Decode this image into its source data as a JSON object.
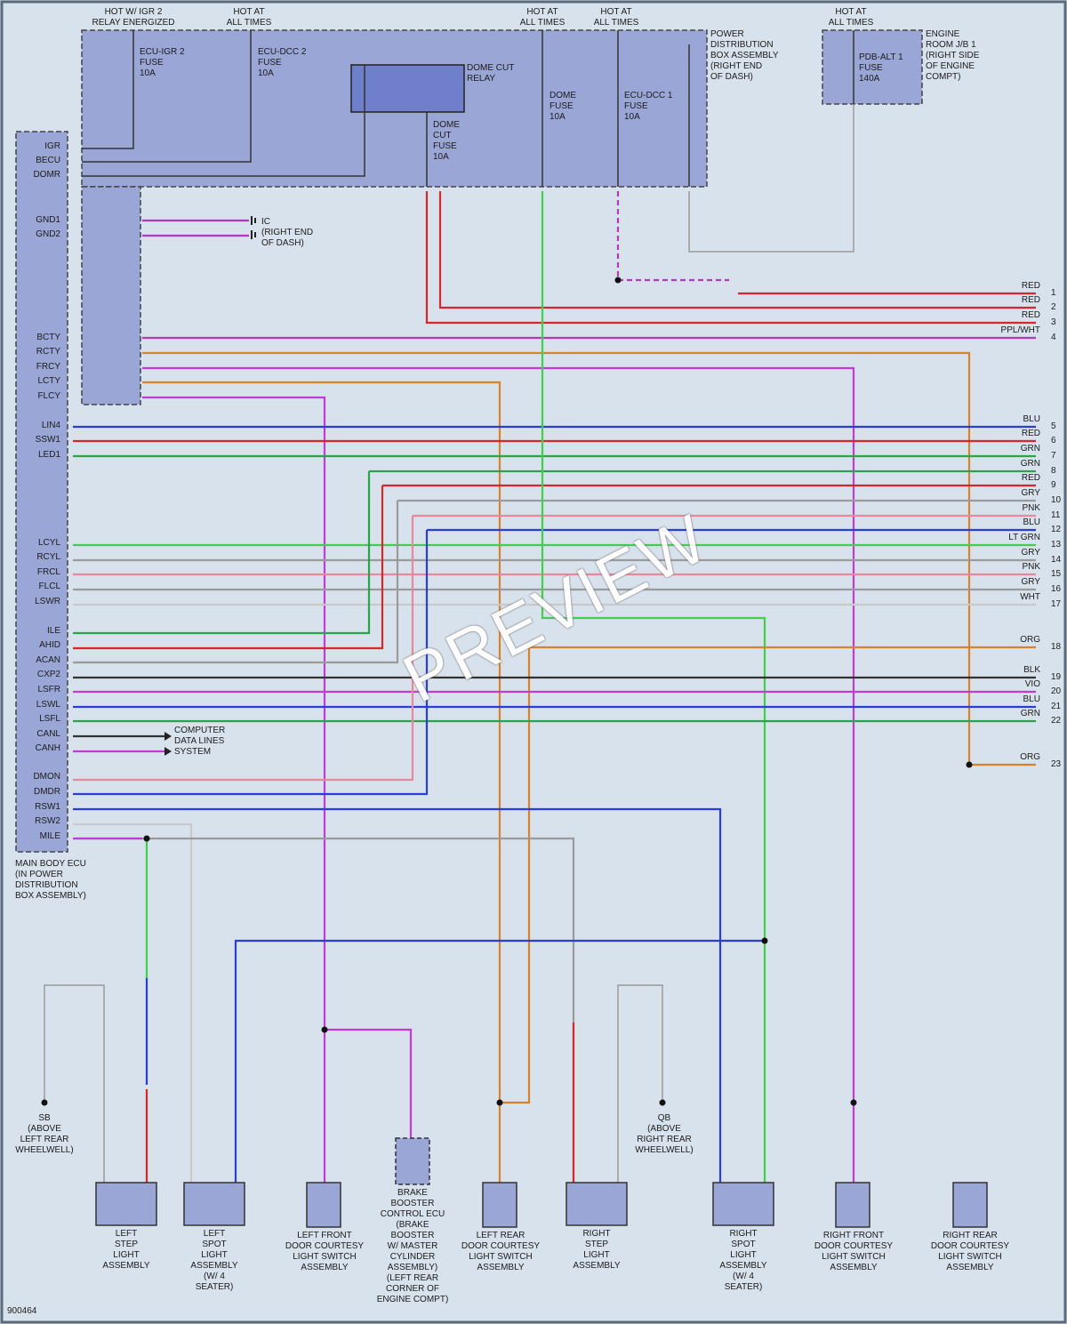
{
  "hot_labels": {
    "igr2": "HOT W/ IGR 2\nRELAY ENERGIZED",
    "all1": "HOT AT\nALL TIMES",
    "all2": "HOT AT\nALL TIMES",
    "all3": "HOT AT\nALL TIMES",
    "all4": "HOT AT\nALL TIMES"
  },
  "fuses": {
    "ecu_igr2": "ECU-IGR 2\nFUSE\n10A",
    "ecu_dcc2": "ECU-DCC 2\nFUSE\n10A",
    "dome_cut_relay": "DOME CUT\nRELAY",
    "dome_cut_fuse": "DOME\nCUT\nFUSE\n10A",
    "dome_fuse": "DOME\nFUSE\n10A",
    "ecu_dcc1": "ECU-DCC 1\nFUSE\n10A",
    "pdb_alt1": "PDB-ALT 1\nFUSE\n140A"
  },
  "boxes": {
    "power_dist": "POWER\nDISTRIBUTION\nBOX ASSEMBLY\n(RIGHT END\nOF DASH)",
    "engine_room": "ENGINE\nROOM J/B 1\n(RIGHT SIDE\nOF ENGINE\nCOMPT)",
    "main_body_ecu": "MAIN BODY ECU\n(IN POWER\nDISTRIBUTION\nBOX ASSEMBLY)"
  },
  "ecu_pins": [
    "IGR",
    "BECU",
    "DOMR",
    "GND1",
    "GND2",
    "BCTY",
    "RCTY",
    "FRCY",
    "LCTY",
    "FLCY",
    "LIN4",
    "SSW1",
    "LED1",
    "LCYL",
    "RCYL",
    "FRCL",
    "FLCL",
    "LSWR",
    "ILE",
    "AHID",
    "ACAN",
    "CXP2",
    "LSFR",
    "LSWL",
    "LSFL",
    "CANL",
    "CANH",
    "DMON",
    "DMDR",
    "RSW1",
    "RSW2",
    "MILE"
  ],
  "ground_ic": "IC\n(RIGHT END\nOF DASH)",
  "computer_data": "COMPUTER\nDATA LINES\nSYSTEM",
  "right_terminals": [
    {
      "n": "1",
      "c": "RED"
    },
    {
      "n": "2",
      "c": "RED"
    },
    {
      "n": "3",
      "c": "RED"
    },
    {
      "n": "4",
      "c": "PPL/WHT"
    },
    {
      "n": "5",
      "c": "BLU"
    },
    {
      "n": "6",
      "c": "RED"
    },
    {
      "n": "7",
      "c": "GRN"
    },
    {
      "n": "8",
      "c": "GRN"
    },
    {
      "n": "9",
      "c": "RED"
    },
    {
      "n": "10",
      "c": "GRY"
    },
    {
      "n": "11",
      "c": "PNK"
    },
    {
      "n": "12",
      "c": "BLU"
    },
    {
      "n": "13",
      "c": "LT GRN"
    },
    {
      "n": "14",
      "c": "GRY"
    },
    {
      "n": "15",
      "c": "PNK"
    },
    {
      "n": "16",
      "c": "GRY"
    },
    {
      "n": "17",
      "c": "WHT"
    },
    {
      "n": "18",
      "c": "ORG"
    },
    {
      "n": "19",
      "c": "BLK"
    },
    {
      "n": "20",
      "c": "VIO"
    },
    {
      "n": "21",
      "c": "BLU"
    },
    {
      "n": "22",
      "c": "GRN"
    },
    {
      "n": "23",
      "c": "ORG"
    }
  ],
  "components": {
    "left_step": "LEFT\nSTEP\nLIGHT\nASSEMBLY",
    "left_spot": "LEFT\nSPOT\nLIGHT\nASSEMBLY\n(W/ 4\nSEATER)",
    "left_front_door": "LEFT FRONT\nDOOR COURTESY\nLIGHT SWITCH\nASSEMBLY",
    "brake_booster": "BRAKE\nBOOSTER\nCONTROL ECU\n(BRAKE\nBOOSTER\nW/ MASTER\nCYLINDER\nASSEMBLY)\n(LEFT REAR\nCORNER OF\nENGINE COMPT)",
    "left_rear_door": "LEFT REAR\nDOOR COURTESY\nLIGHT SWITCH\nASSEMBLY",
    "right_step": "RIGHT\nSTEP\nLIGHT\nASSEMBLY",
    "right_spot": "RIGHT\nSPOT\nLIGHT\nASSEMBLY\n(W/ 4\nSEATER)",
    "right_front_door": "RIGHT FRONT\nDOOR COURTESY\nLIGHT SWITCH\nASSEMBLY",
    "right_rear_door": "RIGHT REAR\nDOOR COURTESY\nLIGHT SWITCH\nASSEMBLY"
  },
  "grounds": {
    "sb": "SB\n(ABOVE\nLEFT REAR\nWHEELWELL)",
    "qb": "QB\n(ABOVE\nRIGHT REAR\nWHEELWELL)"
  },
  "watermark": "PREVIEW",
  "code": "900464",
  "wire_colors": {
    "RED": "#d62828",
    "PPL": "#b03ab8",
    "VIO": "#c43ad4",
    "ORG": "#d9822b",
    "BLU": "#2a3ed6",
    "GRN": "#2aa34a",
    "LTGRN": "#3fcf4a",
    "GRY": "#9a9a9a",
    "PNK": "#e8889a",
    "WHT": "#c9c9c9",
    "BLK": "#333333"
  }
}
